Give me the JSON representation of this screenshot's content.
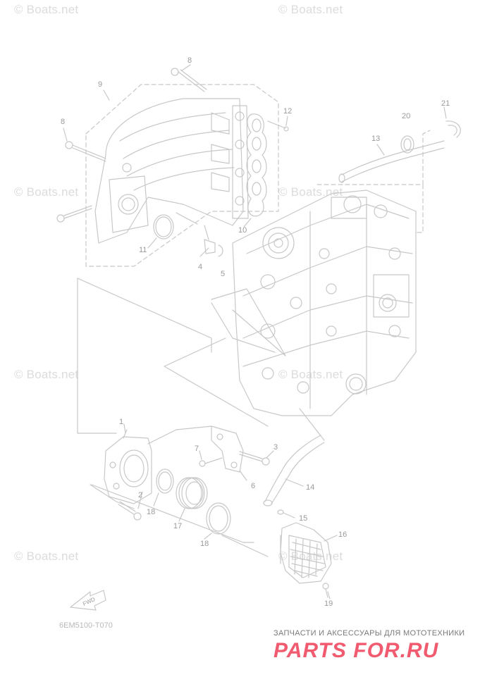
{
  "watermark": "© Boats.net",
  "diagram_code": "6EM5100-T070",
  "fwd_label": "FWD",
  "brand": {
    "tagline": "ЗАПЧАСТИ И АКСЕССУАРЫ ДЛЯ МОТОТЕХНИКИ",
    "logo": "PARTS FOR.RU"
  },
  "callouts": {
    "c1": "1",
    "c2": "2",
    "c3": "3",
    "c4": "4",
    "c5": "5",
    "c6": "6",
    "c7": "7",
    "c8a": "8",
    "c8b": "8",
    "c9": "9",
    "c10": "10",
    "c11": "11",
    "c12": "12",
    "c13": "13",
    "c14": "14",
    "c15": "15",
    "c16": "16",
    "c17": "17",
    "c18a": "18",
    "c18b": "18",
    "c19": "19",
    "c20": "20",
    "c21": "21"
  },
  "colors": {
    "line": "#c8c8c8",
    "label": "#9a9a9a",
    "watermark": "#dcdcdc",
    "brand": "#f15b70"
  }
}
